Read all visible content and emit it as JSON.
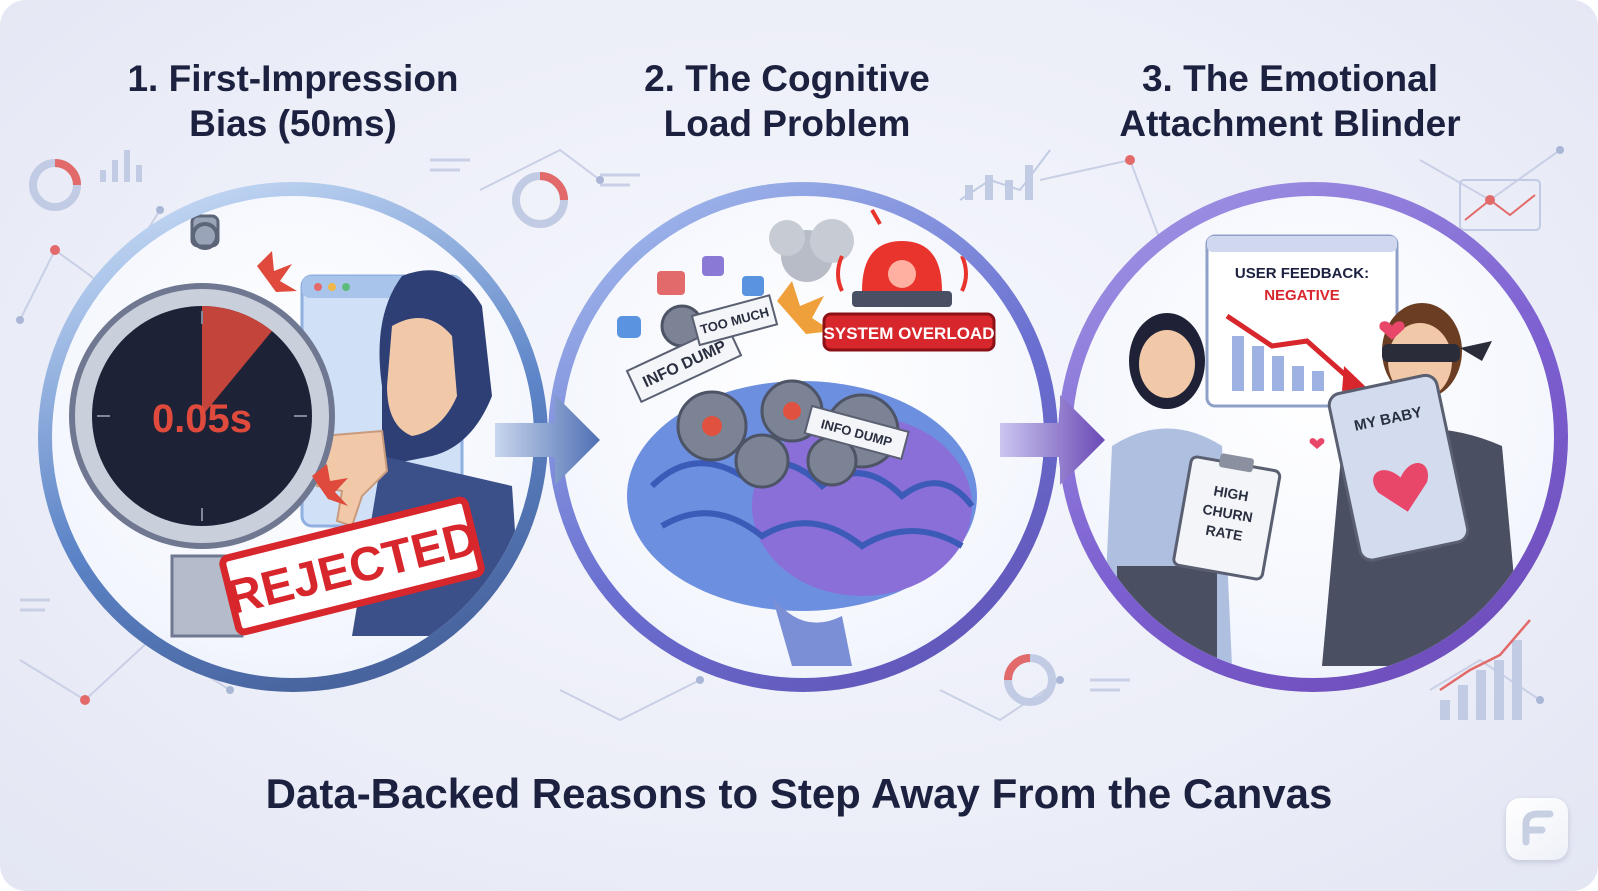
{
  "steps": [
    {
      "title_line1": "1. First-Impression",
      "title_line2": "Bias (50ms)",
      "timer_display": "0.05s",
      "stamp": "REJECTED"
    },
    {
      "title_line1": "2. The Cognitive",
      "title_line2": "Load Problem",
      "overload_sign": "SYSTEM OVERLOAD",
      "paper_1": "INFO DUMP",
      "paper_2": "TOO MUCH",
      "paper_3": "INFO DUMP"
    },
    {
      "title_line1": "3. The Emotional",
      "title_line2": "Attachment Blinder",
      "feedback_label": "USER FEEDBACK:",
      "feedback_value": "NEGATIVE",
      "clipboard_text": [
        "HIGH",
        "CHURN",
        "RATE"
      ],
      "tablet_text": "MY BABY"
    }
  ],
  "footer_title": "Data-Backed Reasons to Step Away From the Canvas",
  "colors": {
    "title": "#1c2140",
    "ring_blue": "#4f6fb3",
    "ring_purple": "#6a49b5",
    "alert_red": "#d7262c"
  }
}
